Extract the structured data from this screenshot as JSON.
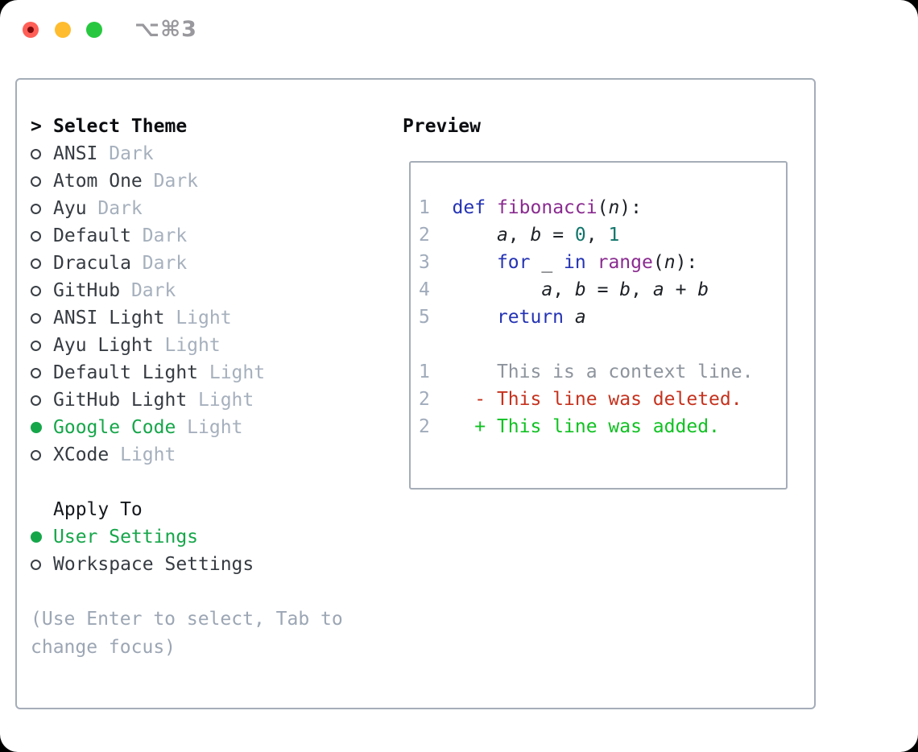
{
  "window": {
    "titlebar_label": "⌥⌘3"
  },
  "colors": {
    "selected": "#16a64a",
    "keyword": "#2433b4",
    "function": "#8a2b90",
    "literal": "#11756b",
    "plain": "#1d2126",
    "linenum": "#a0abbb",
    "context": "#8d949d",
    "deleted": "#c5321e",
    "added": "#10c122",
    "text": "#363b42",
    "muted": "#a6b0bd",
    "help": "#9ca6b4",
    "heading": "#0b0d10",
    "border": "#a5adb8",
    "titlebar_text": "#98989d",
    "traffic_red": "#ff5f57",
    "traffic_red_dot": "#7d090c",
    "traffic_yellow": "#febc2e",
    "traffic_green": "#27c83f",
    "radio_outline": "#3b4047"
  },
  "theme_list": {
    "prompt": ">",
    "header": "Select Theme",
    "items": [
      {
        "name": "ANSI",
        "variant": "Dark",
        "selected": false
      },
      {
        "name": "Atom One",
        "variant": "Dark",
        "selected": false
      },
      {
        "name": "Ayu",
        "variant": "Dark",
        "selected": false
      },
      {
        "name": "Default",
        "variant": "Dark",
        "selected": false
      },
      {
        "name": "Dracula",
        "variant": "Dark",
        "selected": false
      },
      {
        "name": "GitHub",
        "variant": "Dark",
        "selected": false
      },
      {
        "name": "ANSI Light",
        "variant": "Light",
        "selected": false
      },
      {
        "name": "Ayu Light",
        "variant": "Light",
        "selected": false
      },
      {
        "name": "Default Light",
        "variant": "Light",
        "selected": false
      },
      {
        "name": "GitHub Light",
        "variant": "Light",
        "selected": false
      },
      {
        "name": "Google Code",
        "variant": "Light",
        "selected": true
      },
      {
        "name": "XCode",
        "variant": "Light",
        "selected": false
      }
    ]
  },
  "apply_to": {
    "header": "Apply To",
    "options": [
      {
        "label": "User Settings",
        "selected": true
      },
      {
        "label": "Workspace Settings",
        "selected": false
      }
    ]
  },
  "help_text": "(Use Enter to select, Tab to change focus)",
  "preview": {
    "title": "Preview",
    "code_lines": [
      [
        {
          "t": "1  ",
          "c": "num"
        },
        {
          "t": "def",
          "c": "kw"
        },
        {
          "t": " ",
          "c": "plain"
        },
        {
          "t": "fibonacci",
          "c": "fn"
        },
        {
          "t": "(",
          "c": "plain"
        },
        {
          "t": "n",
          "c": "var"
        },
        {
          "t": "):",
          "c": "plain"
        }
      ],
      [
        {
          "t": "2  ",
          "c": "num"
        },
        {
          "t": "    ",
          "c": "plain"
        },
        {
          "t": "a",
          "c": "var"
        },
        {
          "t": ", ",
          "c": "plain"
        },
        {
          "t": "b",
          "c": "var"
        },
        {
          "t": " = ",
          "c": "plain"
        },
        {
          "t": "0",
          "c": "lit"
        },
        {
          "t": ", ",
          "c": "plain"
        },
        {
          "t": "1",
          "c": "lit"
        }
      ],
      [
        {
          "t": "3  ",
          "c": "num"
        },
        {
          "t": "    ",
          "c": "plain"
        },
        {
          "t": "for",
          "c": "kw"
        },
        {
          "t": " _ ",
          "c": "plain"
        },
        {
          "t": "in",
          "c": "kw"
        },
        {
          "t": " ",
          "c": "plain"
        },
        {
          "t": "range",
          "c": "fn"
        },
        {
          "t": "(",
          "c": "plain"
        },
        {
          "t": "n",
          "c": "var"
        },
        {
          "t": "):",
          "c": "plain"
        }
      ],
      [
        {
          "t": "4  ",
          "c": "num"
        },
        {
          "t": "        ",
          "c": "plain"
        },
        {
          "t": "a",
          "c": "var"
        },
        {
          "t": ", ",
          "c": "plain"
        },
        {
          "t": "b",
          "c": "var"
        },
        {
          "t": " = ",
          "c": "plain"
        },
        {
          "t": "b",
          "c": "var"
        },
        {
          "t": ", ",
          "c": "plain"
        },
        {
          "t": "a",
          "c": "var"
        },
        {
          "t": " + ",
          "c": "plain"
        },
        {
          "t": "b",
          "c": "var"
        }
      ],
      [
        {
          "t": "5  ",
          "c": "num"
        },
        {
          "t": "    ",
          "c": "plain"
        },
        {
          "t": "return",
          "c": "kw"
        },
        {
          "t": " ",
          "c": "plain"
        },
        {
          "t": "a",
          "c": "var"
        }
      ],
      [],
      [
        {
          "t": "1  ",
          "c": "num"
        },
        {
          "t": "    ",
          "c": "plain"
        },
        {
          "t": "This is a context line.",
          "c": "ctx"
        }
      ],
      [
        {
          "t": "2  ",
          "c": "num"
        },
        {
          "t": "  ",
          "c": "plain"
        },
        {
          "t": "- This line was deleted.",
          "c": "del"
        }
      ],
      [
        {
          "t": "2  ",
          "c": "num"
        },
        {
          "t": "  ",
          "c": "plain"
        },
        {
          "t": "+ This line was added.",
          "c": "add"
        }
      ]
    ]
  }
}
